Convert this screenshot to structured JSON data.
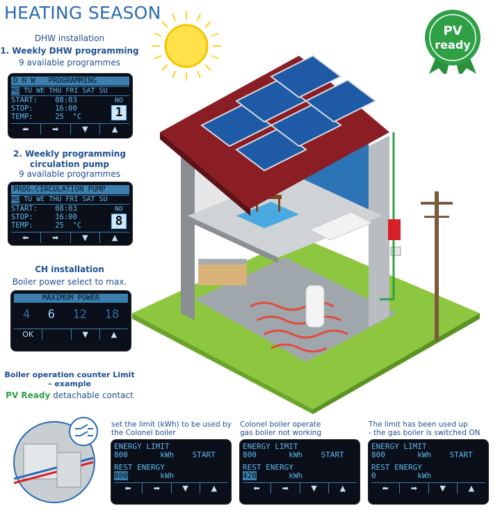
{
  "title": "HEATING SEASON",
  "dhw": {
    "section": "DHW installation",
    "item1_title": "1. Weekly DHW programming",
    "item1_sub": "9 available programmes",
    "item2_title1": "2. Weekly programming",
    "item2_title2": "circulation pump",
    "item2_sub": "9 available programmes"
  },
  "lcd1": {
    "header": "D H W   PROGRAMMING",
    "days": [
      "MO",
      "TU",
      "WE",
      "THU",
      "FRI",
      "SAT",
      "SU"
    ],
    "start": "START:    08:03",
    "stop": "STOP:     16:00",
    "temp": "TEMP:     25  °C",
    "no_label": "NO",
    "no_value": "1"
  },
  "lcd2": {
    "header": "PROG.CIRCULATION PUMP",
    "days": [
      "MO",
      "TU",
      "WE",
      "THU",
      "FRI",
      "SAT",
      "SU"
    ],
    "start": "START:    08:03",
    "stop": "STOP:     16:00",
    "temp": "TEMP:     25  °C",
    "no_label": "NO",
    "no_value": "8"
  },
  "ch": {
    "section": "CH installation",
    "sub": "Boiler power select to max."
  },
  "lcd3": {
    "header": "MAXIMUM POWER",
    "values": [
      "4",
      "6",
      "12",
      "18"
    ],
    "ok": "OK"
  },
  "counter": {
    "line1": "Boiler operation counter Limit",
    "line2": "– example",
    "pv_word": "PV Ready",
    "pv_rest": " detachable contact"
  },
  "badge": {
    "line1": "PV",
    "line2": "ready"
  },
  "bottom": {
    "cap1_l1": "set the limit (kWh) to be used by",
    "cap1_l2": "the Colonel boiler",
    "cap2_l1": "Colonel boiler operate",
    "cap2_l2": "gas boiler not working",
    "cap3_l1": "The limit has been used up",
    "cap3_l2": "- the gas boiler is switched ON"
  },
  "energy": {
    "label_limit": "ENERGY LIMIT",
    "label_rest": "REST ENERGY",
    "unit": "kWh",
    "start": "START",
    "limit_value": "800",
    "rest1": "800",
    "rest2": "420",
    "rest3": "0"
  },
  "colors": {
    "title_blue": "#2a6bb5",
    "lcd_bg": "#0b0f19",
    "lcd_text": "#5fb9ee",
    "badge_green": "#2fa046",
    "grass": "#8dc63f"
  }
}
